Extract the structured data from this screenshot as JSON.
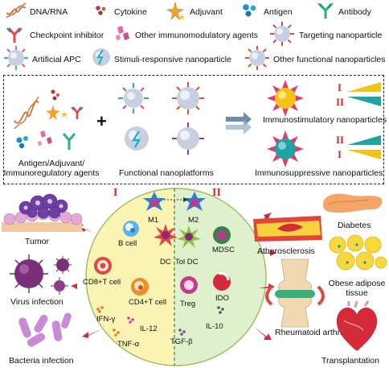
{
  "legend": {
    "dna": "DNA/RNA",
    "cytokine": "Cytokine",
    "adjuvant": "Adjuvant",
    "antigen": "Antigen",
    "antibody": "Antibody",
    "checkpoint": "Checkpoint inhibitor",
    "immunomod": "Other immunomodulatory agents",
    "targeting": "Targeting nanoparticle",
    "apc": "Artificial APC",
    "stimuli": "Stimuli-responsive nanoparticle",
    "other_func": "Other functional nanoparticles"
  },
  "middle": {
    "agents_label": "Antigen/Adjuvant/\nImmunoregulatory agents",
    "platform_label": "Functional nanoplatforms",
    "plus": "+",
    "stim_label": "Immunostimulatory nanoparticles",
    "supp_label": "Immunosuppressive nanoparticles",
    "roman1": "I",
    "roman2": "II"
  },
  "circle": {
    "roman1": "I",
    "roman2": "II",
    "cells": {
      "m1": "M1",
      "m2": "M2",
      "bcell": "B cell",
      "dc": "DC",
      "toldc": "Tol DC",
      "mdsc": "MDSC",
      "cd8": "CD8+T cell",
      "cd4": "CD4+T cell",
      "treg": "Treg",
      "ido": "IDO",
      "ifn": "IFN-γ",
      "il12": "IL-12",
      "tnf": "TNF-α",
      "tgf": "TGF-β",
      "il10": "IL-10"
    }
  },
  "diseases": {
    "tumor": "Tumor",
    "virus": "Virus infection",
    "bacteria": "Bacteria infection",
    "diabetes": "Diabetes",
    "athero": "Atherosclerosis",
    "obese": "Obese adipose\ntissue",
    "ra": "Rheumatoid arthritis",
    "transplant": "Transplantation"
  },
  "colors": {
    "red": "#d8262c",
    "teal": "#1fa3a3",
    "yellow": "#f2c41a",
    "blue_cell": "#2a7fd4",
    "circle_left": "#fbf3b4",
    "circle_right": "#dff0cc"
  },
  "icons": [
    "dna-icon",
    "cytokine-icon",
    "adjuvant-icon",
    "antigen-icon",
    "antibody-icon",
    "checkpoint-icon",
    "immunomodulatory-icon",
    "targeting-np-icon",
    "apc-icon",
    "stimuli-np-icon",
    "functional-np-icon"
  ]
}
